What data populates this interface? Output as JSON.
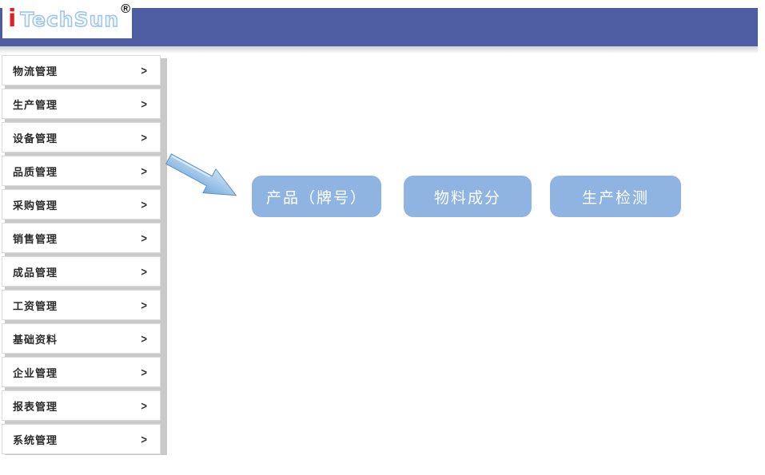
{
  "header": {
    "logo": {
      "prefix": "i",
      "brand": "TechSun",
      "registered": "®"
    }
  },
  "colors": {
    "header_bar": "#4E5CA2",
    "button_blue": "#8FB4E2",
    "logo_red": "#E02020",
    "logo_outline_blue": "#9DC3E6"
  },
  "sidebar": {
    "chevron": ">",
    "items": [
      {
        "label": "物流管理"
      },
      {
        "label": "生产管理"
      },
      {
        "label": "设备管理"
      },
      {
        "label": "品质管理"
      },
      {
        "label": "采购管理"
      },
      {
        "label": "销售管理"
      },
      {
        "label": "成品管理"
      },
      {
        "label": "工资管理"
      },
      {
        "label": "基础资料"
      },
      {
        "label": "企业管理"
      },
      {
        "label": "报表管理"
      },
      {
        "label": "系统管理"
      }
    ]
  },
  "main": {
    "arrow_icon": "arrow-down-right",
    "buttons": [
      {
        "label": "产品（牌号）"
      },
      {
        "label": "物料成分"
      },
      {
        "label": "生产检测"
      }
    ]
  }
}
